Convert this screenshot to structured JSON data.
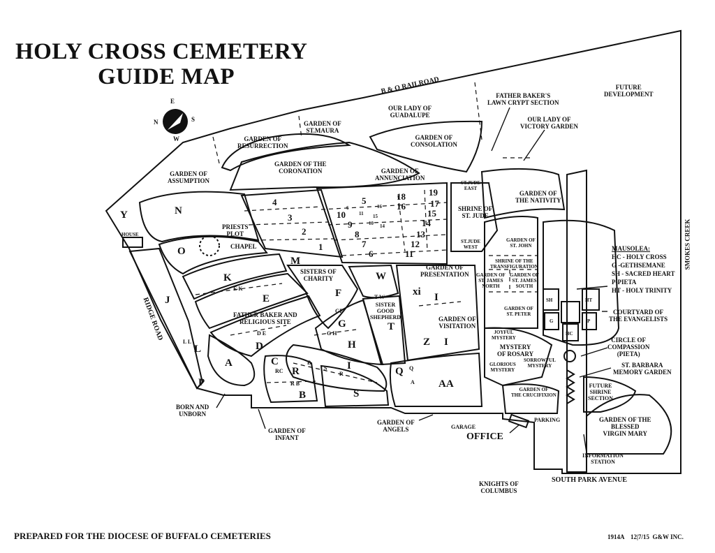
{
  "title": {
    "line1": "HOLY CROSS CEMETERY",
    "line2": "GUIDE MAP"
  },
  "compass": {
    "n": "N",
    "e": "E",
    "s": "S",
    "w": "W"
  },
  "roads": {
    "railroad": "B & O RAILROAD",
    "ridge": "RIDGE ROAD",
    "south_park": "SOUTH PARK AVENUE",
    "smokes_creek": "SMOKES CREEK"
  },
  "gardens": {
    "future_dev": "FUTURE\nDEVELOPMENT",
    "father_baker_lawn": "FATHER BAKER'S\nLAWN CRYPT SECTION",
    "our_lady_victory": "OUR LADY OF\nVICTORY GARDEN",
    "our_lady_guadalupe": "OUR LADY OF\nGUADALUPE",
    "st_maura": "GARDEN OF\nST.MAURA",
    "resurrection": "GARDEN OF\nRESURRECTION",
    "consolation": "GARDEN OF\nCONSOLATION",
    "coronation": "GARDEN OF THE\nCORONATION",
    "annunciation": "GARDEN OF\nANNUNCIATION",
    "assumption": "GARDEN OF\nASSUMPTION",
    "nativity": "GARDEN OF\nTHE NATIVITY",
    "st_jude_east": "ST.JUDE\nEAST",
    "shrine_st_jude": "SHRINE OF\nST. JUDE",
    "st_jude_west": "ST.JUDE\nWEST",
    "st_john": "GARDEN OF\nST. JOHN",
    "transfiguration": "SHRINE OF THE\nTRANSFIGURATION",
    "st_james_north": "GARDEN OF\nST. JAMES\nNORTH",
    "st_james_south": "GARDEN OF\nST. JAMES\nSOUTH",
    "st_peter": "GARDEN OF\nST. PETER",
    "presentation": "GARDEN OF\nPRESENTATION",
    "visitation": "GARDEN OF\nVISITATION",
    "joyful": "JOYFUL\nMYSTERY",
    "rosary": "MYSTERY\nOF ROSARY",
    "glorious": "GLORIOUS\nMYSTERY",
    "sorrowful": "SORROWFUL\nMYSTERY",
    "crucifixion": "GARDEN OF\nTHE CRUCIFIXION",
    "sisters_charity": "SISTERS OF\nCHARITY",
    "sister_good_shepherd": "SISTER\nGOOD\nSHEPHERD",
    "father_baker_religious": "FATHER BAKER AND\nRELIGIOUS SITE",
    "priests_plot": "PRIESTS\nPLOT",
    "chapel": "CHAPEL",
    "house": "HOUSE",
    "born_unborn": "BORN AND\nUNBORN",
    "infant": "GARDEN OF\nINFANT",
    "angels": "GARDEN OF\nANGELS",
    "garage": "GARAGE",
    "office": "OFFICE",
    "parking": "PARKING",
    "knights": "KNIGHTS OF\nCOLUMBUS",
    "info_station": "INFORMATION\nSTATION",
    "blessed_virgin": "GARDEN OF THE\nBLESSED\nVIRGIN MARY",
    "future_shrine": "FUTURE\nSHRINE\nSECTION",
    "st_barbara": "ST. BARBARA\nMEMORY GARDEN",
    "compassion": "CIRCLE OF\nCOMPASSION\n(PIETA)",
    "evangelists": "COURTYARD OF\nTHE EVANGELISTS"
  },
  "mausolea": {
    "heading": "MAUSOLEA:",
    "items": [
      "HC - HOLY CROSS",
      "G -GETHSEMANE",
      "SH - SACRED HEART",
      "P-PIETA",
      "HT - HOLY TRINITY"
    ],
    "codes": {
      "sh": "SH",
      "ht": "HT",
      "g": "G",
      "p": "P",
      "hc": "HC"
    }
  },
  "sections": {
    "Y": "Y",
    "N": "N",
    "O": "O",
    "K": "K",
    "E": "E",
    "J": "J",
    "L": "L",
    "A": "A",
    "D": "D",
    "P": "P",
    "M": "M",
    "F": "F",
    "G": "G",
    "H": "H",
    "W": "W",
    "T": "T",
    "I": "I",
    "S": "S",
    "B": "B",
    "R": "R",
    "C": "C",
    "Q": "Q",
    "AA": "AA",
    "Z": "Z",
    "xi": "xi",
    "I2": "I",
    "I3": "I"
  },
  "small_codes": {
    "ek": "E K",
    "de": "D E",
    "gf": "GF",
    "gh": "G H",
    "tw": "T W",
    "rc": "RC",
    "rb": "R B",
    "b": "B",
    "s": "S",
    "r": "R",
    "l1": "L",
    "q": "Q",
    "a": "A",
    "ll": "L L"
  },
  "numbers": [
    "1",
    "2",
    "3",
    "4",
    "5",
    "6",
    "7",
    "8",
    "9",
    "10",
    "11",
    "12",
    "13",
    "14",
    "15",
    "16",
    "17",
    "18",
    "19"
  ],
  "small_numbers": {
    "n6": "6",
    "n11": "11",
    "n15": "15",
    "n16": "16",
    "n10": "10",
    "n14": "14"
  },
  "footer": {
    "prepared": "PREPARED FOR THE DIOCESE OF BUFFALO CEMETERIES",
    "code": "1914A    12|7/15  G&W INC."
  }
}
